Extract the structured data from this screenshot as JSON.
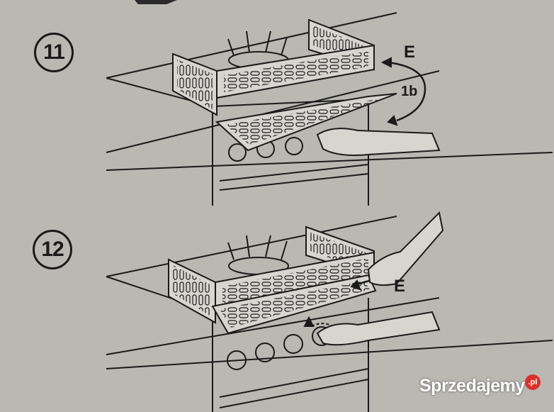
{
  "steps": [
    {
      "number": "11",
      "labels": {
        "part": "E",
        "action": "1b"
      }
    },
    {
      "number": "12",
      "labels": {
        "part": "E"
      }
    }
  ],
  "watermark": {
    "text": "Sprzedajemy",
    "badge": ".pl"
  },
  "colors": {
    "paper": "#b9b8b3",
    "ink": "#1a1a1a",
    "panel": "#d6d5d0",
    "watermark_badge": "#d9312b"
  },
  "icons": [
    "rotate-arrow-icon",
    "hand-icon",
    "heat-lines-icon"
  ]
}
